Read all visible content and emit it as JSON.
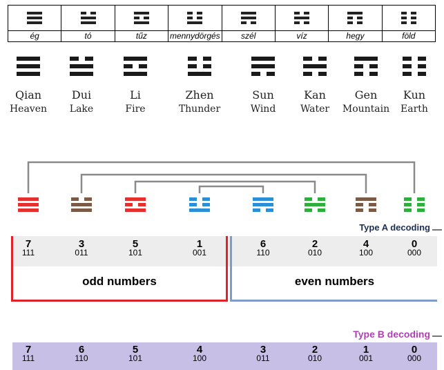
{
  "top_table": {
    "labels": [
      "ég",
      "tó",
      "tűz",
      "mennydörgés",
      "szél",
      "víz",
      "hegy",
      "föld"
    ]
  },
  "trigrams": [
    {
      "name": "Qian",
      "meaning": "Heaven",
      "lines": [
        1,
        1,
        1
      ]
    },
    {
      "name": "Dui",
      "meaning": "Lake",
      "lines": [
        0,
        1,
        1
      ]
    },
    {
      "name": "Li",
      "meaning": "Fire",
      "lines": [
        1,
        0,
        1
      ]
    },
    {
      "name": "Zhen",
      "meaning": "Thunder",
      "lines": [
        0,
        0,
        1
      ]
    },
    {
      "name": "Sun",
      "meaning": "Wind",
      "lines": [
        1,
        1,
        0
      ]
    },
    {
      "name": "Kan",
      "meaning": "Water",
      "lines": [
        0,
        1,
        0
      ]
    },
    {
      "name": "Gen",
      "meaning": "Mountain",
      "lines": [
        1,
        0,
        0
      ]
    },
    {
      "name": "Kun",
      "meaning": "Earth",
      "lines": [
        0,
        0,
        0
      ]
    }
  ],
  "colored_trigrams": [
    {
      "lines": [
        1,
        1,
        1
      ],
      "color": "#e53030"
    },
    {
      "lines": [
        0,
        1,
        1
      ],
      "color": "#7b5a46"
    },
    {
      "lines": [
        1,
        0,
        1
      ],
      "color": "#e53030"
    },
    {
      "lines": [
        0,
        0,
        1
      ],
      "color": "#2a8fd6"
    },
    {
      "lines": [
        1,
        1,
        0
      ],
      "color": "#2a8fd6"
    },
    {
      "lines": [
        0,
        1,
        0
      ],
      "color": "#2eae3c"
    },
    {
      "lines": [
        1,
        0,
        0
      ],
      "color": "#7b5a46"
    },
    {
      "lines": [
        0,
        0,
        0
      ],
      "color": "#2eae3c"
    }
  ],
  "type_a": {
    "label": "Type A decoding",
    "values": [
      {
        "d": "7",
        "b": "111"
      },
      {
        "d": "3",
        "b": "011"
      },
      {
        "d": "5",
        "b": "101"
      },
      {
        "d": "1",
        "b": "001"
      },
      {
        "d": "6",
        "b": "110"
      },
      {
        "d": "2",
        "b": "010"
      },
      {
        "d": "4",
        "b": "100"
      },
      {
        "d": "0",
        "b": "000"
      }
    ],
    "odd_label": "odd numbers",
    "even_label": "even numbers"
  },
  "type_b": {
    "label": "Type B decoding",
    "values": [
      {
        "d": "7",
        "b": "111"
      },
      {
        "d": "6",
        "b": "110"
      },
      {
        "d": "5",
        "b": "101"
      },
      {
        "d": "4",
        "b": "100"
      },
      {
        "d": "3",
        "b": "011"
      },
      {
        "d": "2",
        "b": "010"
      },
      {
        "d": "1",
        "b": "001"
      },
      {
        "d": "0",
        "b": "000"
      }
    ]
  },
  "colors": {
    "odd_box": "#e0232b",
    "even_box": "#7f9cc9",
    "type_a_label": "#1d2f55",
    "type_b_label": "#b03fb4",
    "type_b_band": "#c8bfe6",
    "band_a": "#eeeeee"
  }
}
